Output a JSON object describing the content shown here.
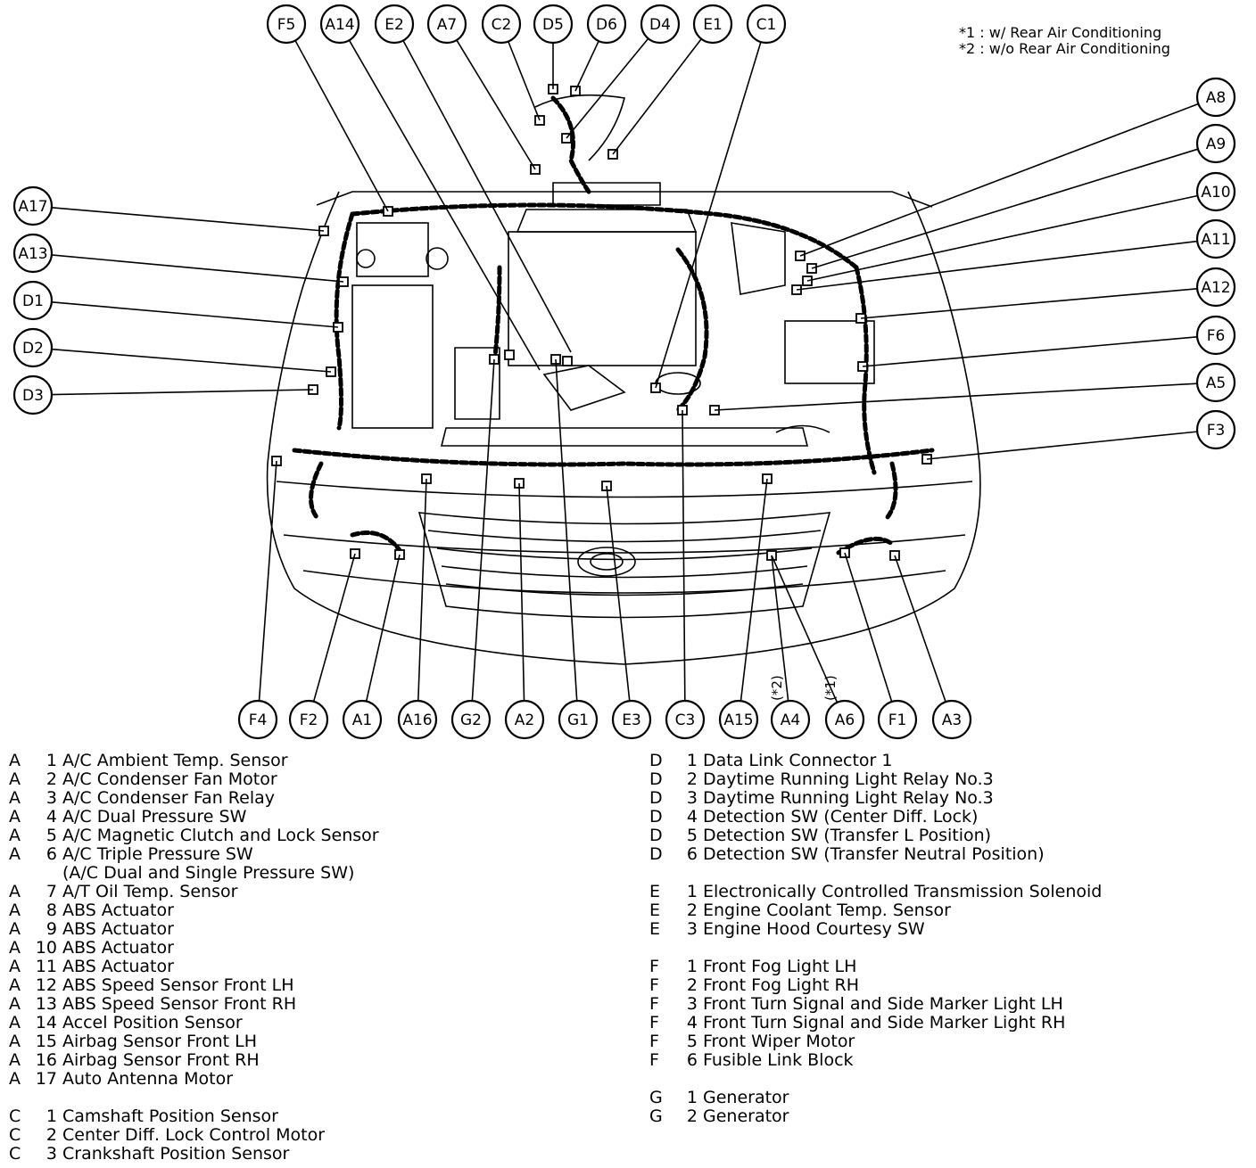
{
  "notes": [
    "*1 : w/ Rear Air Conditioning",
    "*2 : w/o Rear Air Conditioning"
  ],
  "vertical_notes": [
    "(*2)",
    "(*1)"
  ],
  "callouts": {
    "top": [
      "F5",
      "A14",
      "E2",
      "A7",
      "C2",
      "D5",
      "D6",
      "D4",
      "E1",
      "C1"
    ],
    "left": [
      "A17",
      "A13",
      "D1",
      "D2",
      "D3"
    ],
    "right": [
      "A8",
      "A9",
      "A10",
      "A11",
      "A12",
      "F6",
      "A5",
      "F3"
    ],
    "bottom": [
      "F4",
      "F2",
      "A1",
      "A16",
      "G2",
      "A2",
      "G1",
      "E3",
      "C3",
      "A15",
      "A4",
      "A6",
      "F1",
      "A3"
    ]
  },
  "legend_left": [
    {
      "g": "A",
      "n": "1",
      "label": "A/C Ambient Temp. Sensor"
    },
    {
      "g": "A",
      "n": "2",
      "label": "A/C Condenser Fan Motor"
    },
    {
      "g": "A",
      "n": "3",
      "label": "A/C Condenser Fan Relay"
    },
    {
      "g": "A",
      "n": "4",
      "label": "A/C Dual Pressure SW"
    },
    {
      "g": "A",
      "n": "5",
      "label": "A/C Magnetic Clutch and Lock Sensor"
    },
    {
      "g": "A",
      "n": "6",
      "label": "A/C Triple Pressure SW"
    },
    {
      "g": "",
      "n": "",
      "label": "(A/C Dual and Single Pressure SW)"
    },
    {
      "g": "A",
      "n": "7",
      "label": "A/T Oil Temp. Sensor"
    },
    {
      "g": "A",
      "n": "8",
      "label": "ABS Actuator"
    },
    {
      "g": "A",
      "n": "9",
      "label": "ABS Actuator"
    },
    {
      "g": "A",
      "n": "10",
      "label": "ABS Actuator"
    },
    {
      "g": "A",
      "n": "11",
      "label": "ABS Actuator"
    },
    {
      "g": "A",
      "n": "12",
      "label": "ABS Speed Sensor Front LH"
    },
    {
      "g": "A",
      "n": "13",
      "label": "ABS Speed Sensor Front RH"
    },
    {
      "g": "A",
      "n": "14",
      "label": "Accel Position Sensor"
    },
    {
      "g": "A",
      "n": "15",
      "label": "Airbag Sensor Front LH"
    },
    {
      "g": "A",
      "n": "16",
      "label": "Airbag Sensor Front RH"
    },
    {
      "g": "A",
      "n": "17",
      "label": "Auto Antenna Motor"
    },
    {
      "gap": true
    },
    {
      "g": "C",
      "n": "1",
      "label": "Camshaft Position Sensor"
    },
    {
      "g": "C",
      "n": "2",
      "label": "Center Diff. Lock Control Motor"
    },
    {
      "g": "C",
      "n": "3",
      "label": "Crankshaft Position Sensor"
    }
  ],
  "legend_right": [
    {
      "g": "D",
      "n": "1",
      "label": "Data Link Connector 1"
    },
    {
      "g": "D",
      "n": "2",
      "label": "Daytime Running Light Relay No.3"
    },
    {
      "g": "D",
      "n": "3",
      "label": "Daytime Running Light Relay No.3"
    },
    {
      "g": "D",
      "n": "4",
      "label": "Detection SW (Center Diff. Lock)"
    },
    {
      "g": "D",
      "n": "5",
      "label": "Detection SW (Transfer L Position)"
    },
    {
      "g": "D",
      "n": "6",
      "label": "Detection SW (Transfer Neutral Position)"
    },
    {
      "gap": true
    },
    {
      "g": "E",
      "n": "1",
      "label": "Electronically Controlled Transmission Solenoid"
    },
    {
      "g": "E",
      "n": "2",
      "label": "Engine Coolant Temp. Sensor"
    },
    {
      "g": "E",
      "n": "3",
      "label": "Engine Hood Courtesy SW"
    },
    {
      "gap": true
    },
    {
      "g": "F",
      "n": "1",
      "label": "Front Fog Light LH"
    },
    {
      "g": "F",
      "n": "2",
      "label": "Front Fog Light RH"
    },
    {
      "g": "F",
      "n": "3",
      "label": "Front Turn Signal and Side Marker Light LH"
    },
    {
      "g": "F",
      "n": "4",
      "label": "Front Turn Signal and Side Marker Light RH"
    },
    {
      "g": "F",
      "n": "5",
      "label": "Front Wiper Motor"
    },
    {
      "g": "F",
      "n": "6",
      "label": "Fusible Link Block"
    },
    {
      "gap": true
    },
    {
      "g": "G",
      "n": "1",
      "label": "Generator"
    },
    {
      "g": "G",
      "n": "2",
      "label": "Generator"
    }
  ]
}
